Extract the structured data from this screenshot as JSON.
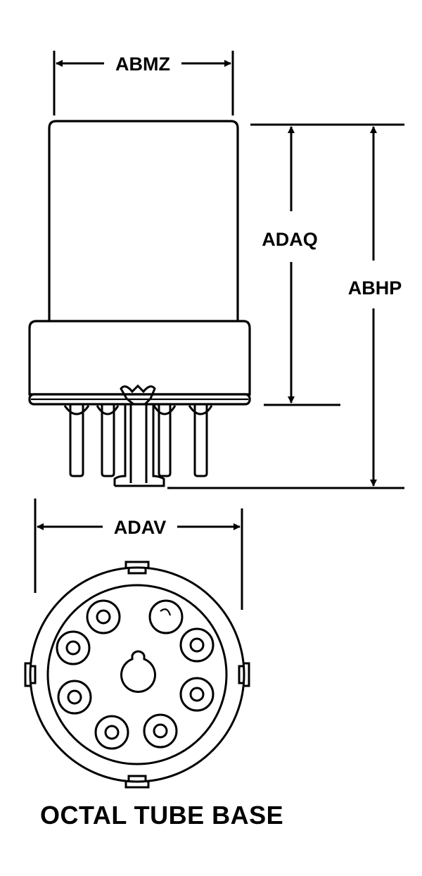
{
  "dimensions": {
    "width_top": "ABMZ",
    "height_body": "ADAQ",
    "height_overall": "ABHP",
    "base_diameter": "ADAV"
  },
  "caption": "OCTAL TUBE BASE"
}
